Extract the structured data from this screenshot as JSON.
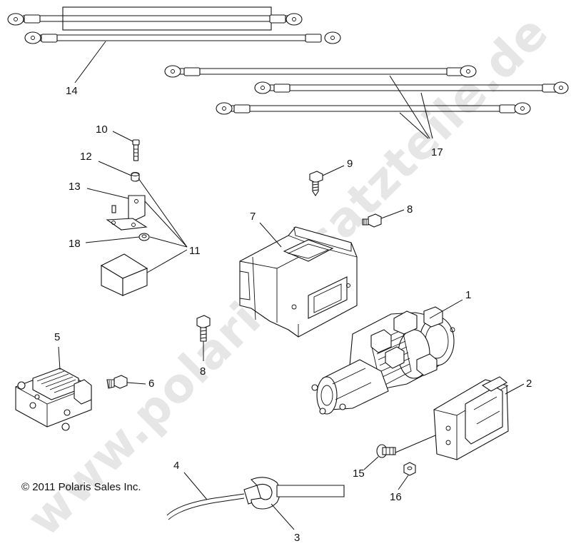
{
  "watermark": "www.polarisersatzteile.de",
  "copyright": "© 2011 Polaris Sales Inc.",
  "callouts": {
    "c1": "1",
    "c2": "2",
    "c3": "3",
    "c4": "4",
    "c5": "5",
    "c6": "6",
    "c7": "7",
    "c8a": "8",
    "c8b": "8",
    "c9": "9",
    "c10": "10",
    "c11": "11",
    "c12": "12",
    "c13": "13",
    "c14": "14",
    "c15": "15",
    "c16": "16",
    "c17": "17",
    "c18": "18"
  }
}
